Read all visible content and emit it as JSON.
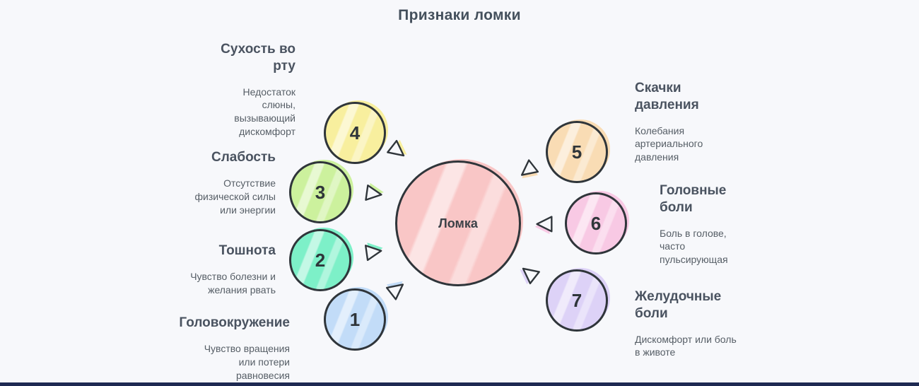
{
  "page": {
    "title": "Признаки ломки",
    "background_color": "#f7f8fb",
    "footer_bar_color": "#1e2a52",
    "outline_color": "#2f353a"
  },
  "center_node": {
    "label": "Ломка",
    "color": "#f9c6c6"
  },
  "nodes": [
    {
      "number": "1",
      "title": "Головокружение",
      "description": "Чувство вращения или потери равновесия",
      "color": "#c2dcf8"
    },
    {
      "number": "2",
      "title": "Тошнота",
      "description": "Чувство болезни и желания рвать",
      "color": "#7df0c8"
    },
    {
      "number": "3",
      "title": "Слабость",
      "description": "Отсутствие физической силы или энергии",
      "color": "#ccf19d"
    },
    {
      "number": "4",
      "title": "Сухость во рту",
      "description": "Недостаток слюны, вызывающий дискомфорт",
      "color": "#f8ef9e"
    },
    {
      "number": "5",
      "title": "Скачки давления",
      "description": "Колебания артериального давления",
      "color": "#f9dcb4"
    },
    {
      "number": "6",
      "title": "Головные боли",
      "description": "Боль в голове, часто пульсирующая",
      "color": "#f8c9e4"
    },
    {
      "number": "7",
      "title": "Желудочные боли",
      "description": "Дискомфорт или боль в животе",
      "color": "#ddd2f7"
    }
  ]
}
